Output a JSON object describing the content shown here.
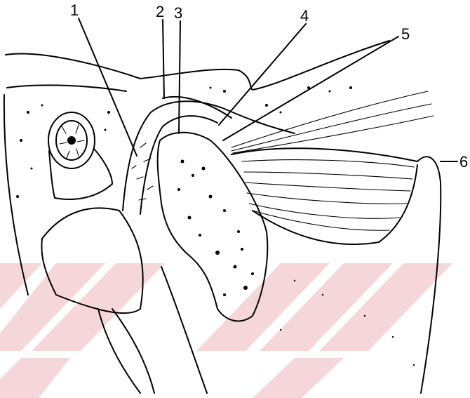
{
  "diagram": {
    "labels": [
      "1",
      "2",
      "3",
      "4",
      "5",
      "6"
    ],
    "watermark_color": "#f4d3d7"
  }
}
